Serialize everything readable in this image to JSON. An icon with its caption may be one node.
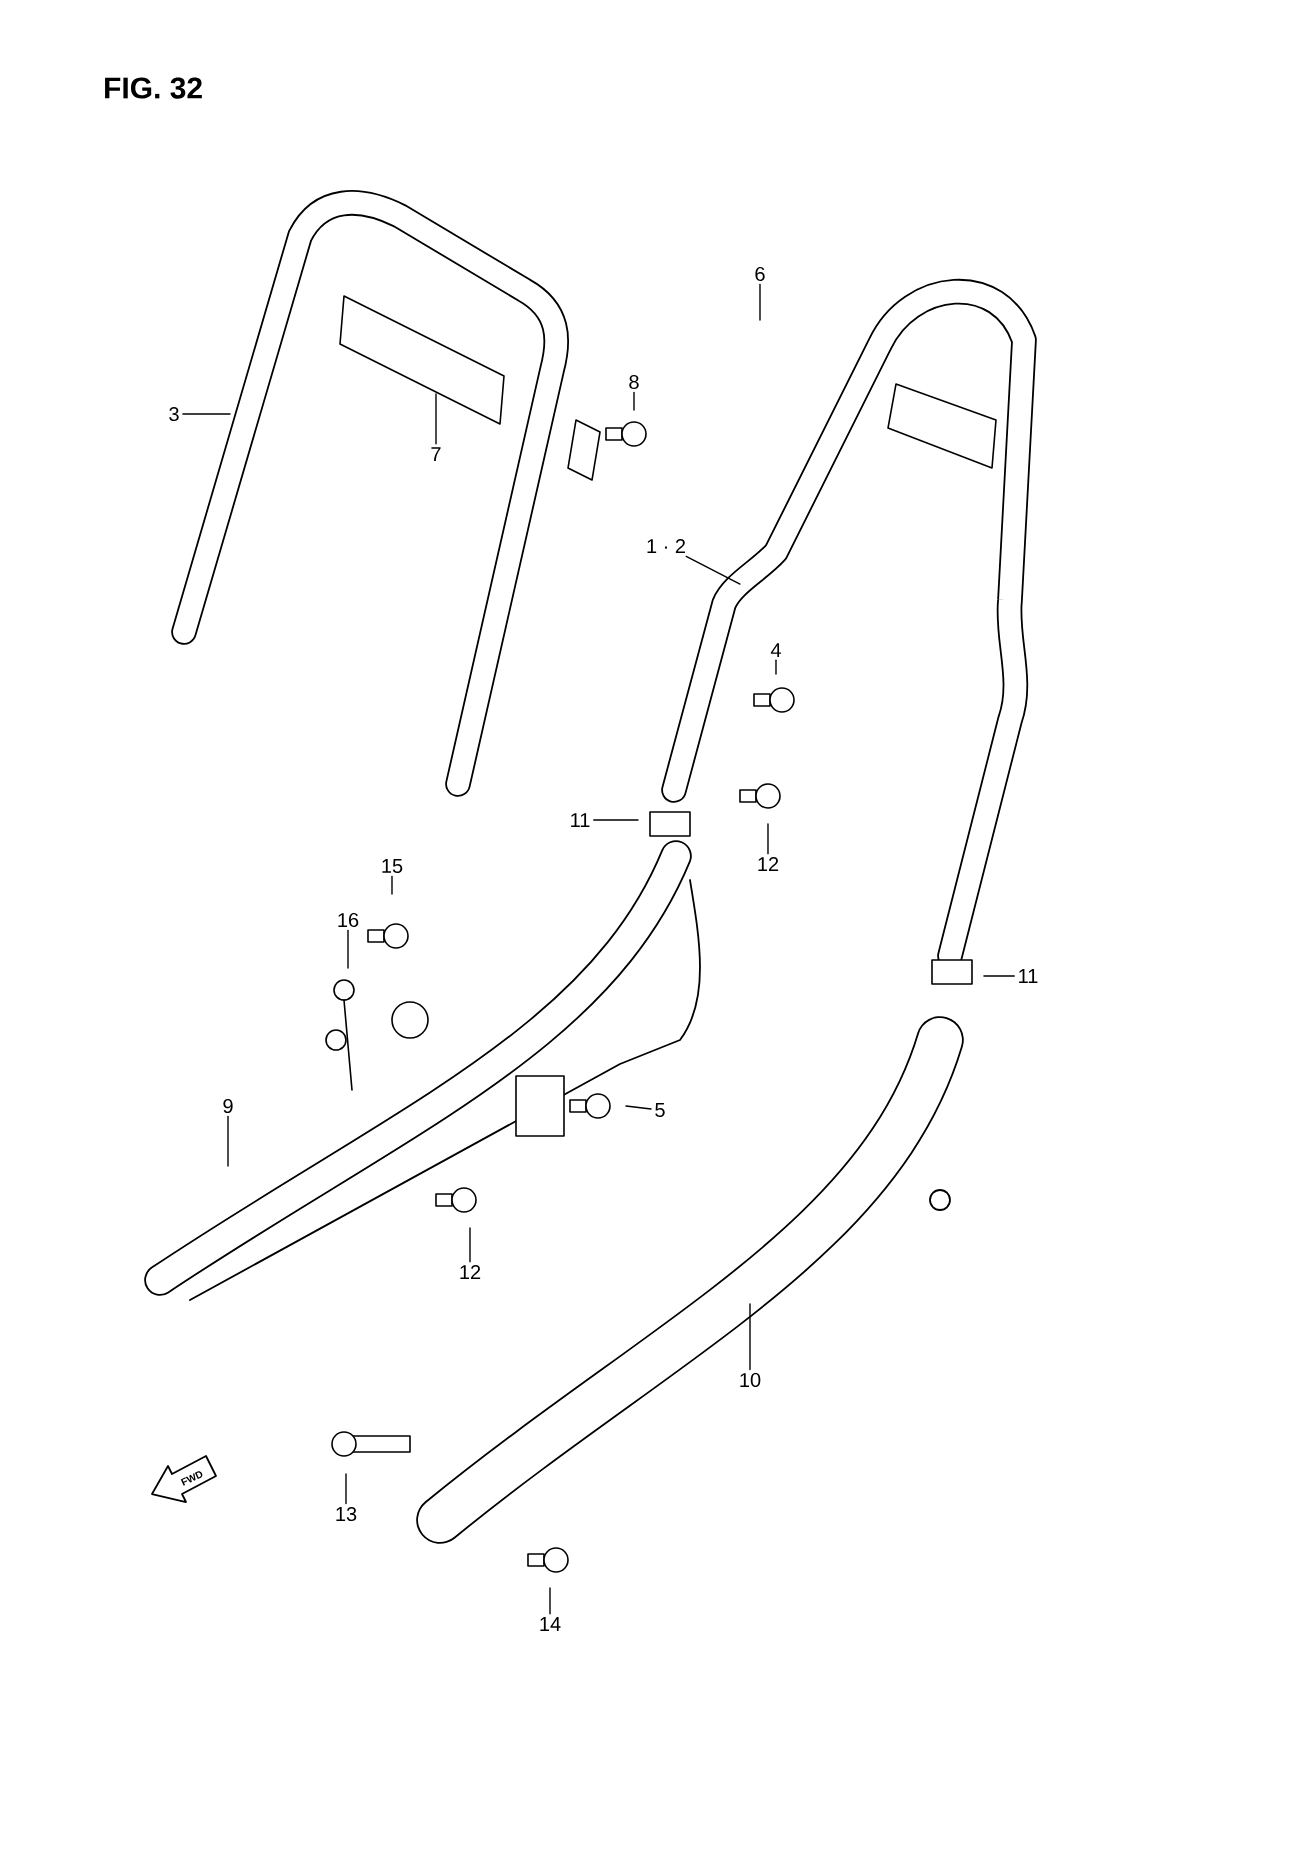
{
  "diagram": {
    "title": "FIG. 32",
    "nodes": [
      {
        "text": [
          "1 · 2"
        ]
      },
      {
        "text": [
          "3"
        ]
      },
      {
        "text": [
          "4"
        ]
      },
      {
        "text": [
          "5"
        ]
      },
      {
        "text": [
          "6"
        ]
      },
      {
        "text": [
          "7"
        ]
      },
      {
        "text": [
          "8"
        ]
      },
      {
        "text": [
          "9"
        ]
      },
      {
        "text": [
          "10"
        ]
      },
      {
        "text": [
          "11"
        ]
      },
      {
        "text": [
          "11"
        ]
      },
      {
        "text": [
          "12"
        ]
      },
      {
        "text": [
          "12"
        ]
      },
      {
        "text": [
          "13"
        ]
      },
      {
        "text": [
          "14"
        ]
      },
      {
        "text": [
          "15"
        ]
      },
      {
        "text": [
          "16"
        ]
      }
    ],
    "edges": [
      {
        "from": 0,
        "to": null,
        "arrow": "none"
      },
      {
        "from": 1,
        "to": null,
        "arrow": "none"
      },
      {
        "from": 2,
        "to": null,
        "arrow": "none"
      },
      {
        "from": 3,
        "to": null,
        "arrow": "none"
      },
      {
        "from": 4,
        "to": null,
        "arrow": "none"
      },
      {
        "from": 5,
        "to": null,
        "arrow": "none"
      },
      {
        "from": 6,
        "to": null,
        "arrow": "none"
      },
      {
        "from": 7,
        "to": null,
        "arrow": "none"
      },
      {
        "from": 8,
        "to": null,
        "arrow": "none"
      },
      {
        "from": 9,
        "to": null,
        "arrow": "none"
      },
      {
        "from": 10,
        "to": null,
        "arrow": "none"
      },
      {
        "from": 11,
        "to": null,
        "arrow": "none"
      },
      {
        "from": 12,
        "to": null,
        "arrow": "none"
      },
      {
        "from": 13,
        "to": null,
        "arrow": "none"
      },
      {
        "from": 14,
        "to": null,
        "arrow": "none"
      },
      {
        "from": 15,
        "to": null,
        "arrow": "none"
      },
      {
        "from": 16,
        "to": null,
        "arrow": "none"
      }
    ],
    "labels": [
      "FWD"
    ]
  }
}
